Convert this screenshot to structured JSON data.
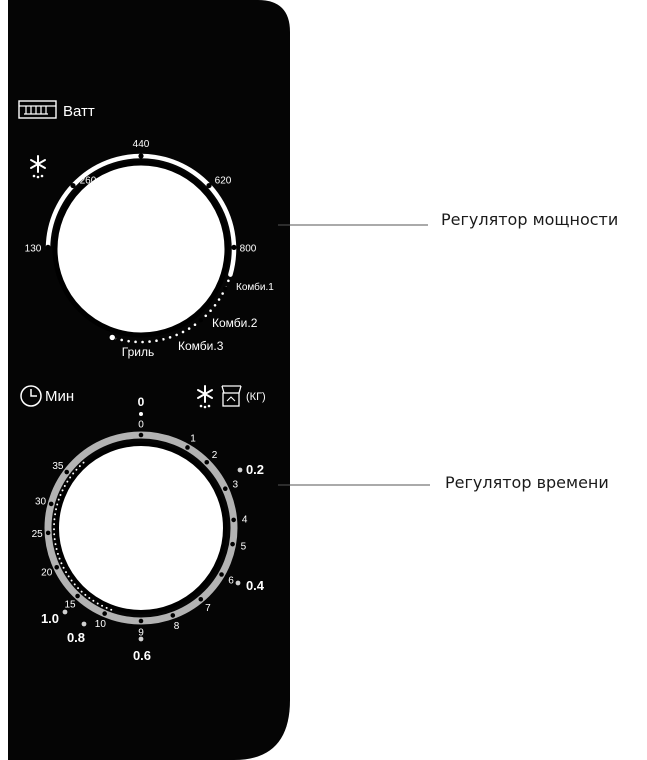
{
  "power_knob": {
    "unit_label": "Ватт",
    "grill_icon": "grill-icon",
    "defrost_icon": "snowflake-icon",
    "marks": [
      {
        "label": "130",
        "angle": -89
      },
      {
        "label": "260",
        "angle": -47
      },
      {
        "label": "440",
        "angle": 0
      },
      {
        "label": "620",
        "angle": 47
      },
      {
        "label": "800",
        "angle": 89
      }
    ],
    "modes": [
      {
        "label": "Комби.1",
        "angle": 115
      },
      {
        "label": "Комби.2",
        "angle": 140
      },
      {
        "label": "Комби.3",
        "angle": 168
      },
      {
        "label": "Гриль",
        "angle": 198
      }
    ],
    "callout": "Регулятор мощности"
  },
  "timer_knob": {
    "unit_label": "Мин",
    "clock_icon": "clock-icon",
    "weight_icon": "scale-icon",
    "weight_unit": "(КГ)",
    "top_zero": "0",
    "minutes": [
      {
        "label": "0",
        "angle": 0
      },
      {
        "label": "1",
        "angle": 30
      },
      {
        "label": "2",
        "angle": 45
      },
      {
        "label": "3",
        "angle": 65
      },
      {
        "label": "4",
        "angle": 85
      },
      {
        "label": "5",
        "angle": 100
      },
      {
        "label": "6",
        "angle": 120
      },
      {
        "label": "7",
        "angle": 140
      },
      {
        "label": "8",
        "angle": 160
      },
      {
        "label": "9",
        "angle": 180
      },
      {
        "label": "10",
        "angle": 203
      },
      {
        "label": "15",
        "angle": 223
      },
      {
        "label": "20",
        "angle": 245
      },
      {
        "label": "25",
        "angle": 267
      },
      {
        "label": "30",
        "angle": 285
      },
      {
        "label": "35",
        "angle": 307
      }
    ],
    "weights": [
      {
        "label": "0.2",
        "angle": 69
      },
      {
        "label": "0.4",
        "angle": 119
      },
      {
        "label": "0.6",
        "angle": 180
      },
      {
        "label": "0.8",
        "angle": 208
      },
      {
        "label": "1.0",
        "angle": 226
      }
    ],
    "callout": "Регулятор времени"
  }
}
